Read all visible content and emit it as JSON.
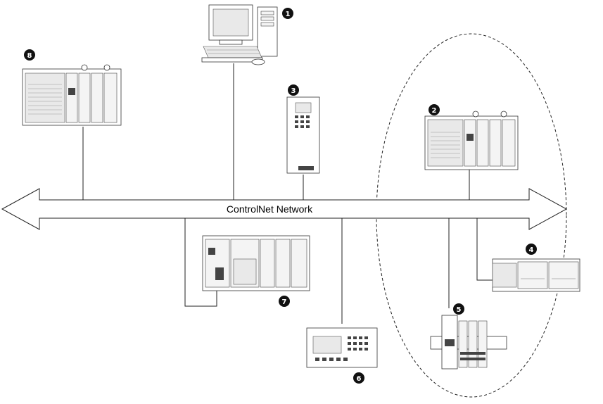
{
  "network": {
    "label": "ControlNet Network"
  },
  "callouts": [
    "1",
    "2",
    "3",
    "4",
    "5",
    "6",
    "7",
    "8"
  ]
}
